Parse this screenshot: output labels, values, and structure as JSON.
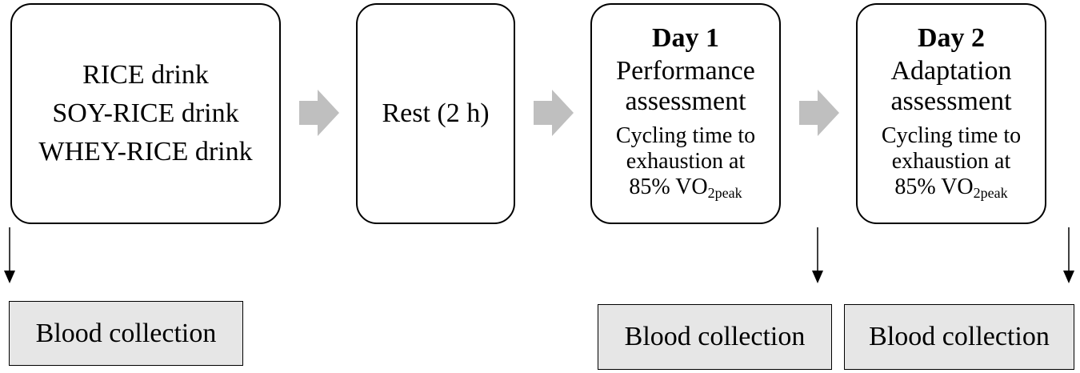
{
  "drinks_box": {
    "lines": [
      "RICE drink",
      "SOY-RICE drink",
      "WHEY-RICE drink"
    ]
  },
  "rest_box": {
    "label": "Rest (2 h)"
  },
  "day1_box": {
    "title": "Day 1",
    "heading": [
      "Performance",
      "assessment"
    ],
    "detail_lines": [
      "Cycling time to",
      "exhaustion at"
    ],
    "intensity_prefix": "85% VO",
    "intensity_subscript": "2peak"
  },
  "day2_box": {
    "title": "Day 2",
    "heading": [
      "Adaptation",
      "assessment"
    ],
    "detail_lines": [
      "Cycling time to",
      "exhaustion at"
    ],
    "intensity_prefix": "85% VO",
    "intensity_subscript": "2peak"
  },
  "blood_collection_label": "Blood collection",
  "colors": {
    "flow_arrow": "#bfbfbf",
    "blood_box_fill": "#e6e6e6",
    "stroke": "#000000"
  }
}
